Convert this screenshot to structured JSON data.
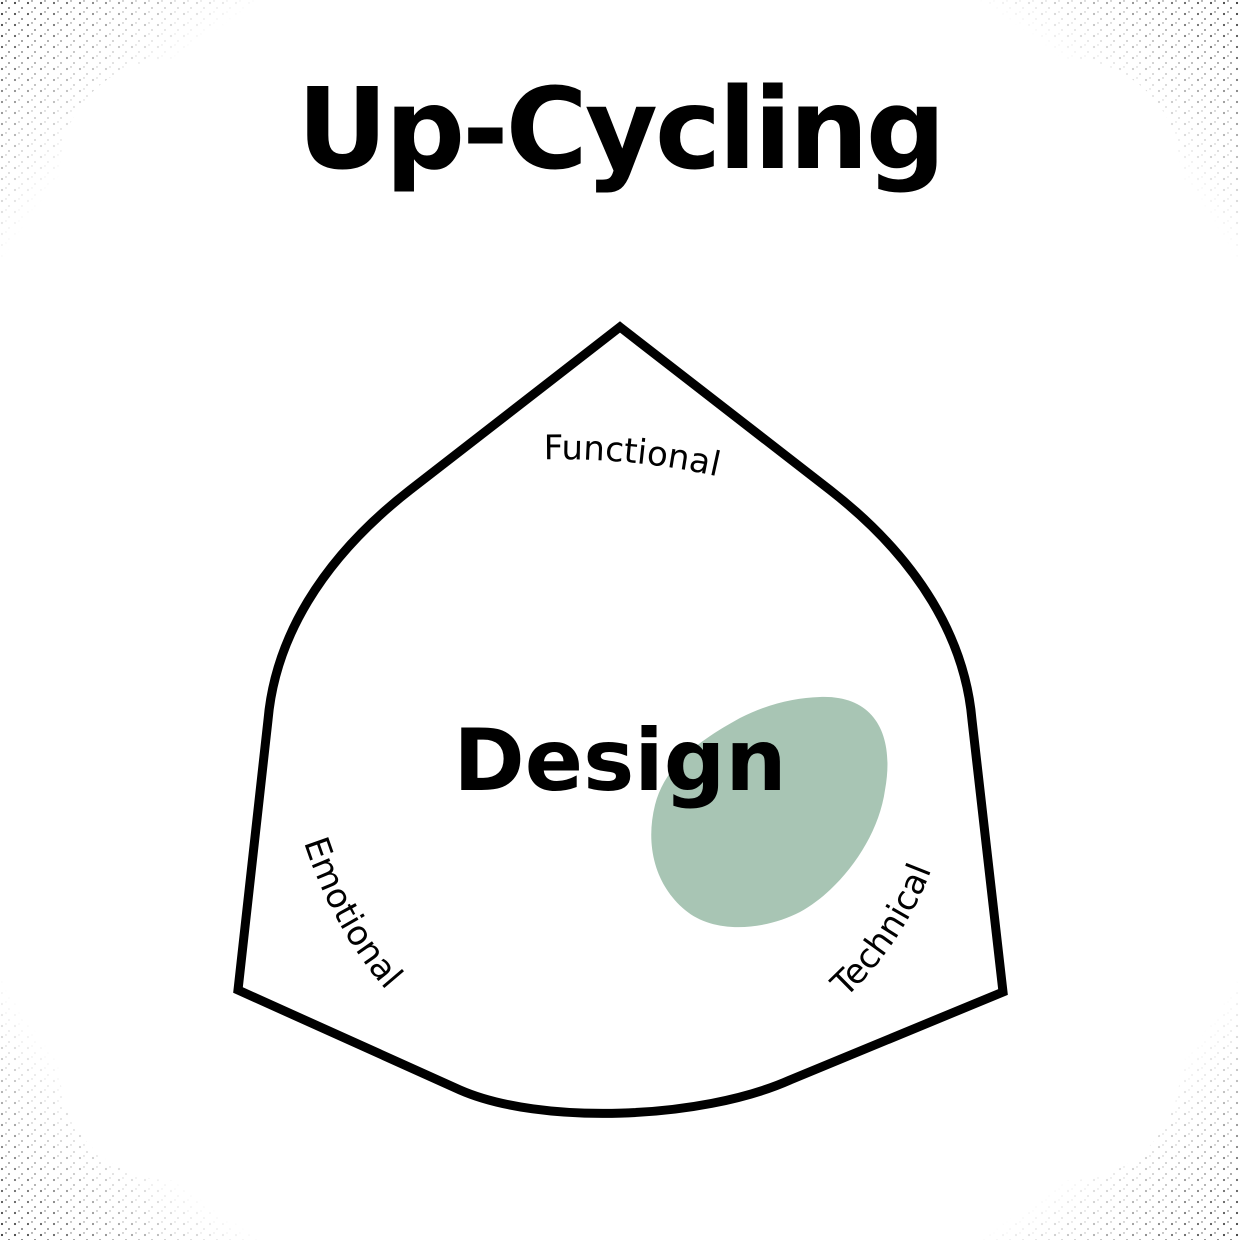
{
  "title": "Up-Cycling",
  "center_label": "Design",
  "sides": {
    "top": "Functional",
    "left": "Emotional",
    "right": "Technical"
  },
  "colors": {
    "background": "#ffffff",
    "outline": "#000000",
    "blob": "#a8c5b4",
    "speckle": "#1a1a1a"
  }
}
